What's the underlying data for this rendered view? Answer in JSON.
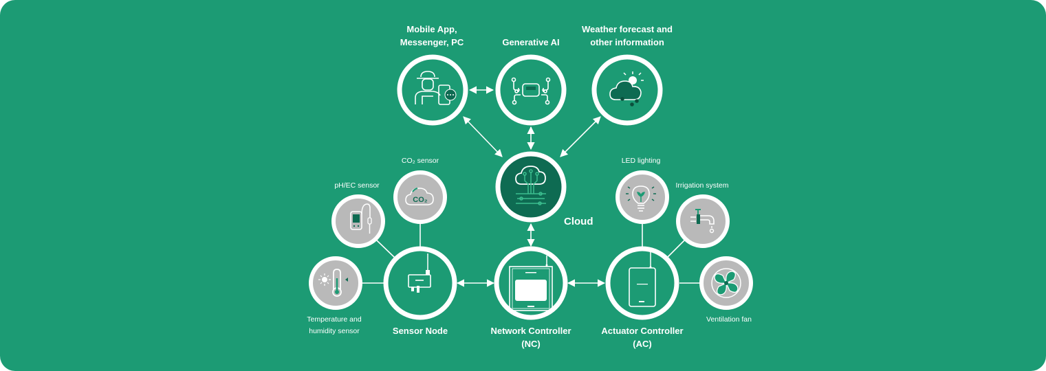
{
  "colors": {
    "background": "#1c9b74",
    "ring": "#ffffff",
    "cloud_fill": "#0e6b52",
    "device_fill": "#b9b9b9",
    "icon_dark": "#0e6b52",
    "line": "#ffffff"
  },
  "nodes": {
    "mobile": {
      "label_line1": "Mobile App,",
      "label_line2": "Messenger, PC",
      "icon": "farmer-phone-icon"
    },
    "genai": {
      "label_line1": "Generative AI",
      "icon": "robot-circuit-icon"
    },
    "weather": {
      "label_line1": "Weather forecast and",
      "label_line2": "other information",
      "icon": "cloud-sun-rain-icon"
    },
    "cloud": {
      "label_line1": "Cloud",
      "icon": "cloud-circuit-icon"
    },
    "co2": {
      "label_line1": "CO₂ sensor",
      "icon_text": "CO₂",
      "icon": "co2-cloud-icon"
    },
    "phec": {
      "label_line1": "pH/EC sensor",
      "icon": "ph-meter-icon"
    },
    "temp": {
      "label_line1": "Temperature and",
      "label_line2": "humidity sensor",
      "icon": "thermometer-sun-icon"
    },
    "sensor_node": {
      "label_line1": "Sensor Node",
      "icon": "sensor-device-icon"
    },
    "nc": {
      "label_line1": "Network Controller",
      "label_line2": "(NC)",
      "icon": "controller-box-icon"
    },
    "ac": {
      "label_line1": "Actuator Controller",
      "label_line2": "(AC)",
      "icon": "controller-box-icon"
    },
    "led": {
      "label_line1": "LED lighting",
      "icon": "light-bulb-icon"
    },
    "irrigation": {
      "label_line1": "Irrigation system",
      "icon": "faucet-icon"
    },
    "fan": {
      "label_line1": "Ventilation fan",
      "icon": "fan-icon"
    }
  },
  "connections": [
    {
      "from": "mobile",
      "to": "genai",
      "type": "bidirectional"
    },
    {
      "from": "mobile",
      "to": "cloud",
      "type": "bidirectional"
    },
    {
      "from": "genai",
      "to": "cloud",
      "type": "bidirectional"
    },
    {
      "from": "weather",
      "to": "cloud",
      "type": "bidirectional"
    },
    {
      "from": "cloud",
      "to": "nc",
      "type": "bidirectional"
    },
    {
      "from": "sensor_node",
      "to": "nc",
      "type": "bidirectional"
    },
    {
      "from": "nc",
      "to": "ac",
      "type": "bidirectional"
    },
    {
      "from": "co2",
      "to": "sensor_node",
      "type": "line"
    },
    {
      "from": "phec",
      "to": "sensor_node",
      "type": "line"
    },
    {
      "from": "temp",
      "to": "sensor_node",
      "type": "line"
    },
    {
      "from": "led",
      "to": "ac",
      "type": "line"
    },
    {
      "from": "irrigation",
      "to": "ac",
      "type": "line"
    },
    {
      "from": "fan",
      "to": "ac",
      "type": "line"
    }
  ]
}
